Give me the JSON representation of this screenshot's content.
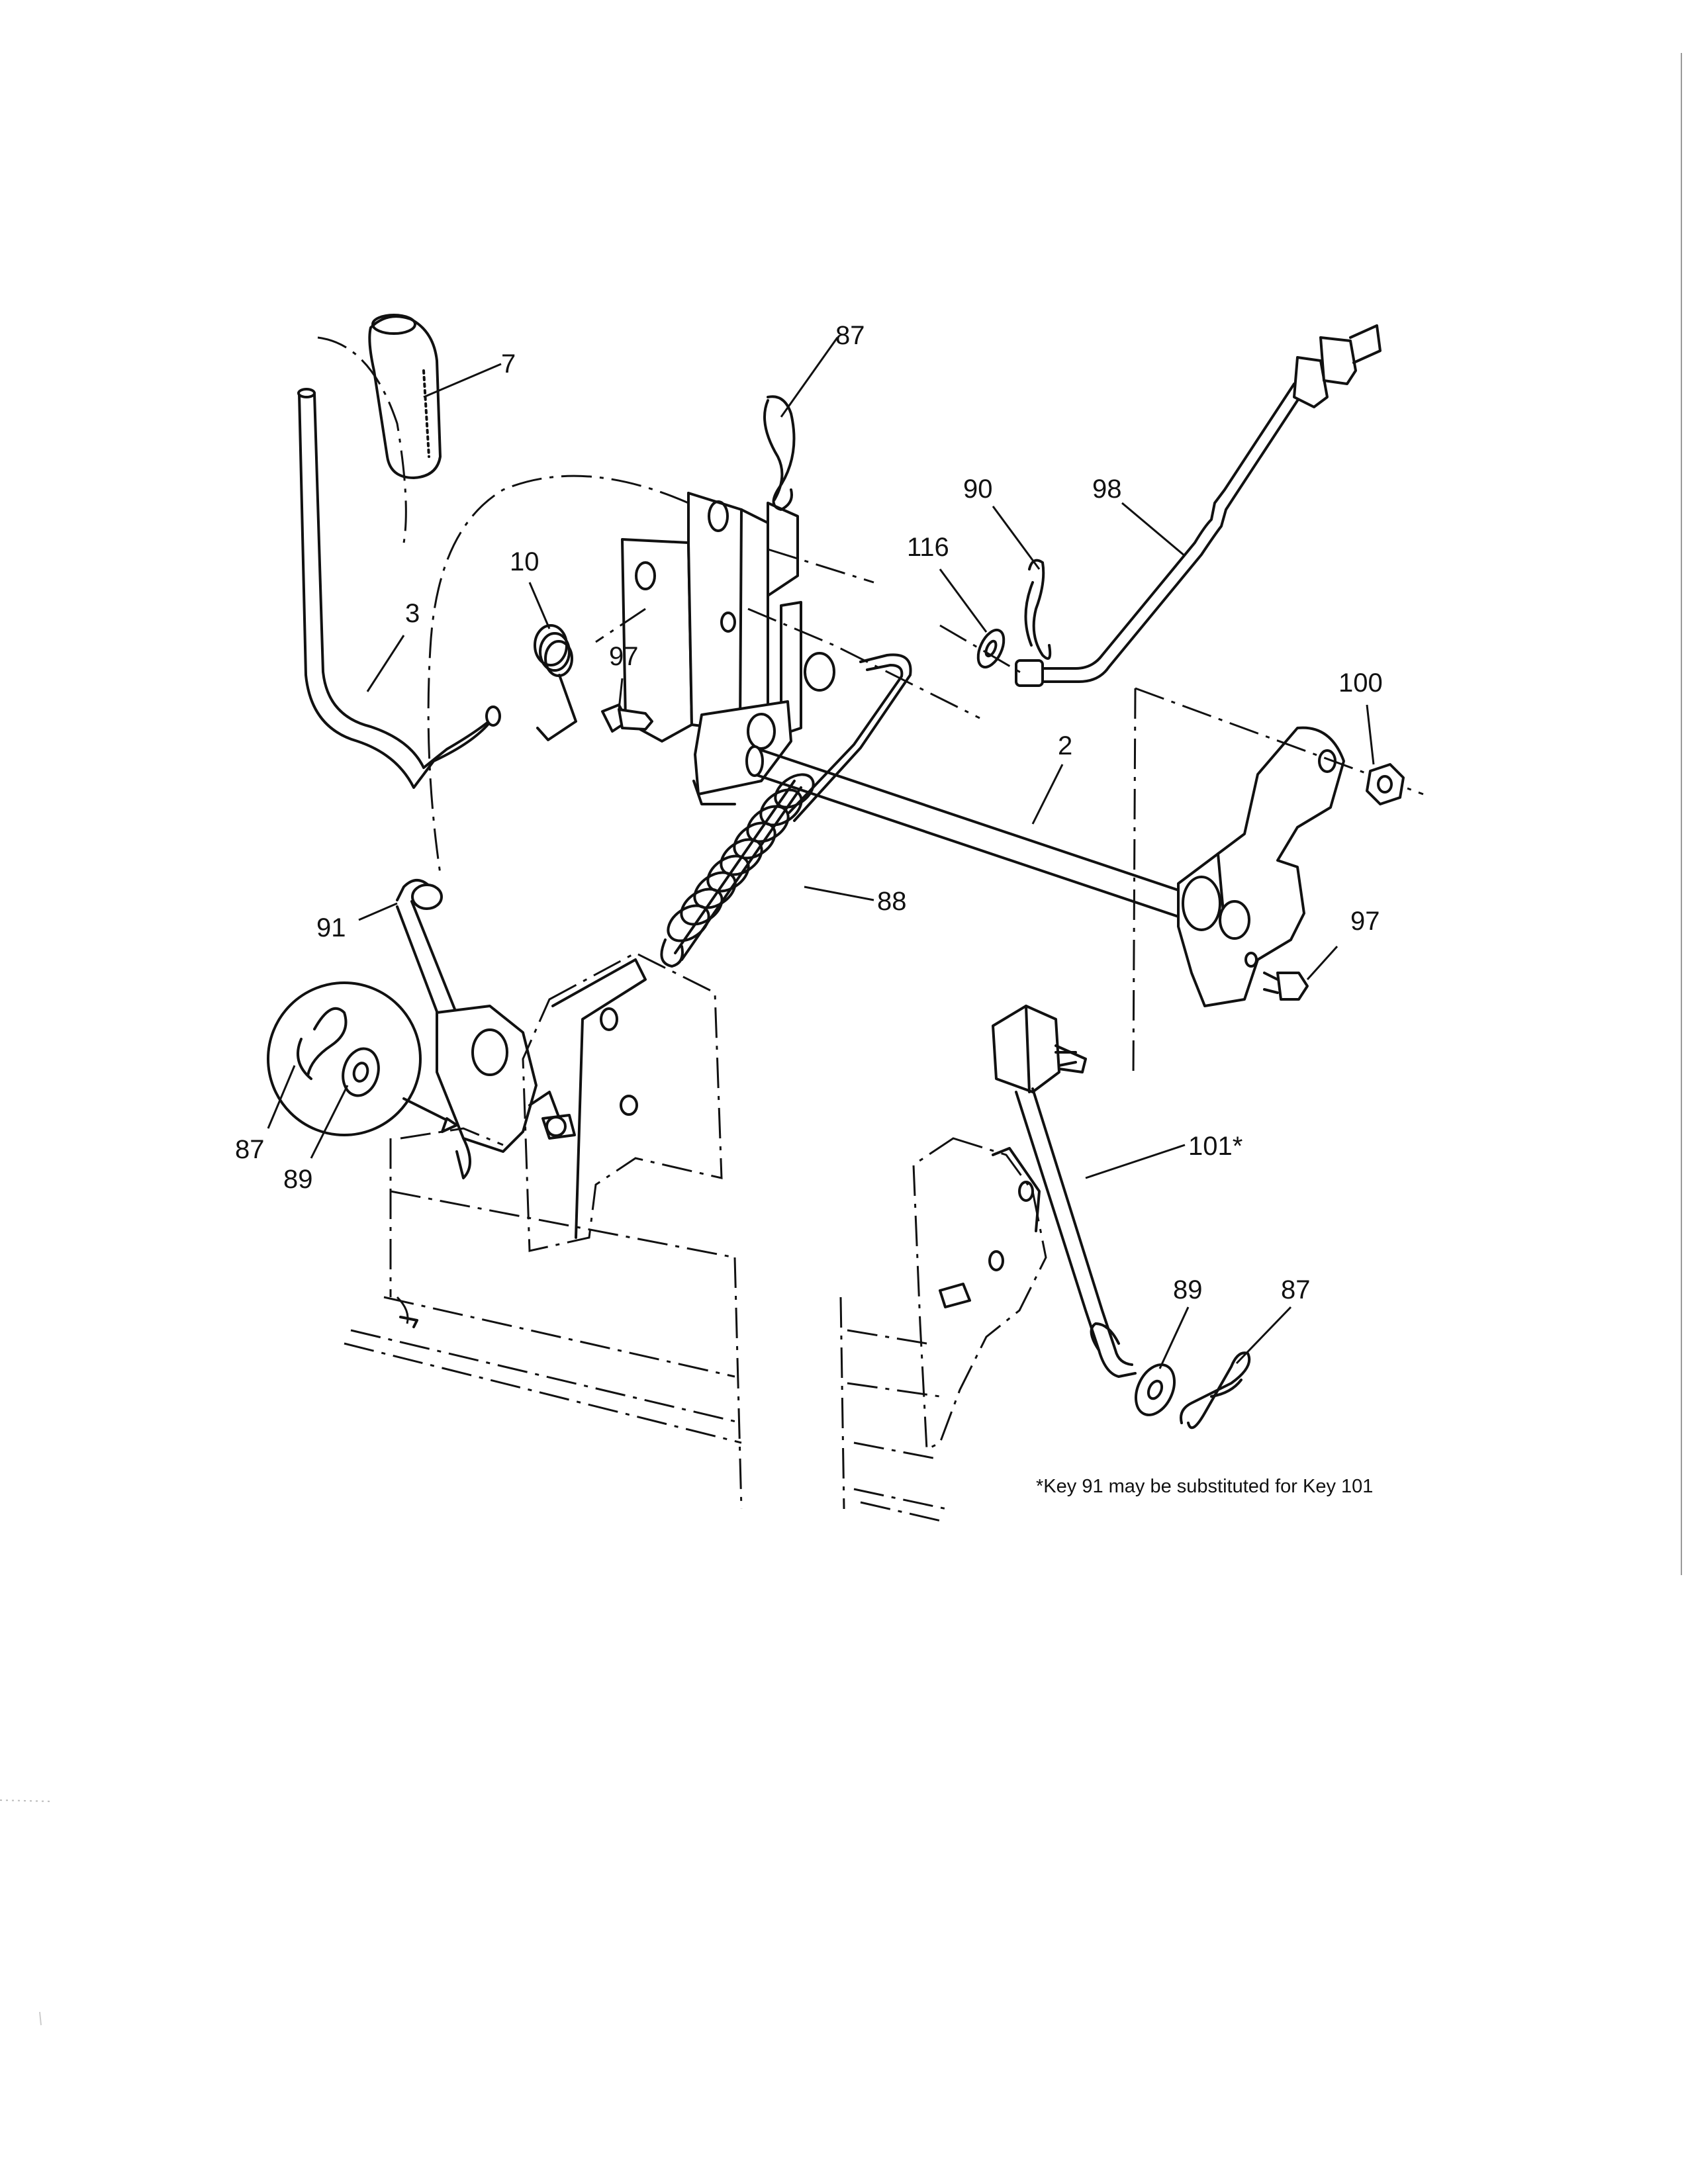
{
  "diagram": {
    "callouts": [
      {
        "id": "c7",
        "label": "7"
      },
      {
        "id": "c87a",
        "label": "87"
      },
      {
        "id": "c90",
        "label": "90"
      },
      {
        "id": "c98",
        "label": "98"
      },
      {
        "id": "c116",
        "label": "116"
      },
      {
        "id": "c10",
        "label": "10"
      },
      {
        "id": "c3",
        "label": "3"
      },
      {
        "id": "c97a",
        "label": "97"
      },
      {
        "id": "c100",
        "label": "100"
      },
      {
        "id": "c2",
        "label": "2"
      },
      {
        "id": "c88",
        "label": "88"
      },
      {
        "id": "c97b",
        "label": "97"
      },
      {
        "id": "c91",
        "label": "91"
      },
      {
        "id": "c87b",
        "label": "87"
      },
      {
        "id": "c89a",
        "label": "89"
      },
      {
        "id": "c101",
        "label": "101*"
      },
      {
        "id": "c89b",
        "label": "89"
      },
      {
        "id": "c87c",
        "label": "87"
      }
    ],
    "note": "*Key 91 may be substituted for Key 101"
  }
}
